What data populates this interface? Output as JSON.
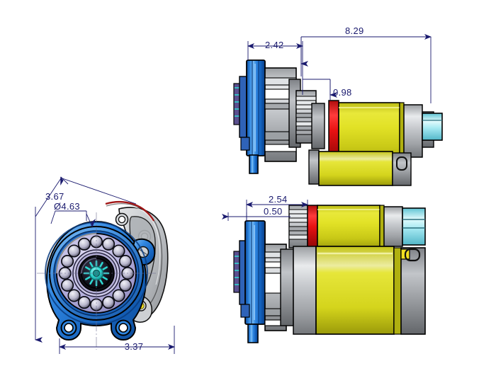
{
  "drawing": {
    "title": "Starter motor assembly drawing",
    "background_color": "#ffffff",
    "dimension_color": "#1a1a6e",
    "outline_color": "#000000",
    "units_note": "",
    "views": [
      {
        "name": "front-view",
        "label": ""
      },
      {
        "name": "side-view-upper",
        "label": ""
      },
      {
        "name": "side-view-lower",
        "label": ""
      }
    ]
  },
  "colors": {
    "flange_blue": "#1f6fd0",
    "flange_blue_light": "#6fb3f2",
    "flange_blue_dark": "#0b4fa0",
    "body_yellow": "#d8d820",
    "body_yellow_dark": "#a8a810",
    "seal_red": "#e01b1b",
    "housing_gray": "#b9bcc0",
    "housing_gray_dark": "#85888c",
    "end_cap_cyan": "#9fe8ef",
    "hub_lavender": "#b9b4e0",
    "terminal_yellow": "#f2e021",
    "bracket_gray": "#c6c9cc",
    "gear_teal": "#2fd6d0"
  },
  "dimensions": {
    "front_view": [
      {
        "name": "dim-3-67",
        "value": "3.67",
        "type": "linear-vertical"
      },
      {
        "name": "dim-dia-4-63",
        "value": "Ø4.63",
        "type": "diameter"
      },
      {
        "name": "dim-3-37",
        "value": "3.37",
        "type": "linear-horizontal"
      }
    ],
    "side_view_upper": [
      {
        "name": "dim-8-29",
        "value": "8.29",
        "type": "linear-horizontal"
      },
      {
        "name": "dim-2-42",
        "value": "2.42",
        "type": "linear-horizontal"
      },
      {
        "name": "dim-0-98",
        "value": "0.98",
        "type": "linear-horizontal"
      }
    ],
    "side_view_lower": [
      {
        "name": "dim-2-54",
        "value": "2.54",
        "type": "linear-horizontal"
      },
      {
        "name": "dim-0-50",
        "value": "0.50",
        "type": "linear-horizontal"
      }
    ]
  }
}
